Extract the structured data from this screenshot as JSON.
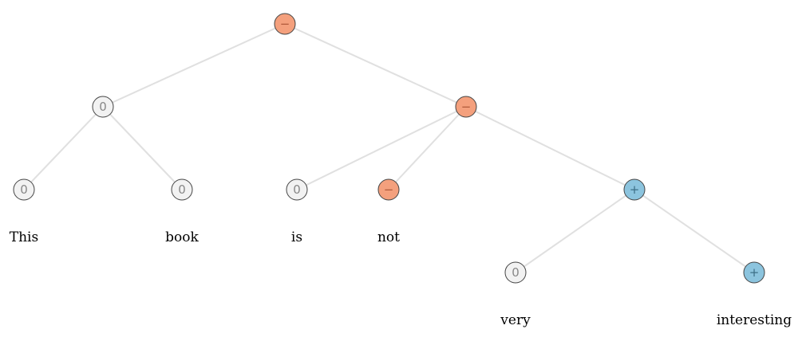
{
  "colors": {
    "negative": "#f4a07d",
    "neutral": "#f2f2f2",
    "positive": "#8cc4de",
    "edge": "#e0e0e0",
    "neutral_symbol": "#888888",
    "negative_symbol": "#b05a3c",
    "positive_symbol": "#3d6f87"
  },
  "sentiment_symbols": {
    "negative": "−",
    "neutral": "0",
    "positive": "+"
  },
  "nodes": [
    {
      "id": "root",
      "sentiment": "negative",
      "parent": null
    },
    {
      "id": "this-book",
      "sentiment": "neutral",
      "parent": "root"
    },
    {
      "id": "is-not-very-interesting",
      "sentiment": "negative",
      "parent": "root"
    },
    {
      "id": "this",
      "sentiment": "neutral",
      "parent": "this-book",
      "word": "This"
    },
    {
      "id": "book",
      "sentiment": "neutral",
      "parent": "this-book",
      "word": "book"
    },
    {
      "id": "is",
      "sentiment": "neutral",
      "parent": "is-not-very-interesting",
      "word": "is"
    },
    {
      "id": "not",
      "sentiment": "negative",
      "parent": "is-not-very-interesting",
      "word": "not"
    },
    {
      "id": "very-interesting",
      "sentiment": "positive",
      "parent": "is-not-very-interesting"
    },
    {
      "id": "very",
      "sentiment": "neutral",
      "parent": "very-interesting",
      "word": "very"
    },
    {
      "id": "interesting",
      "sentiment": "positive",
      "parent": "very-interesting",
      "word": "interesting"
    }
  ]
}
